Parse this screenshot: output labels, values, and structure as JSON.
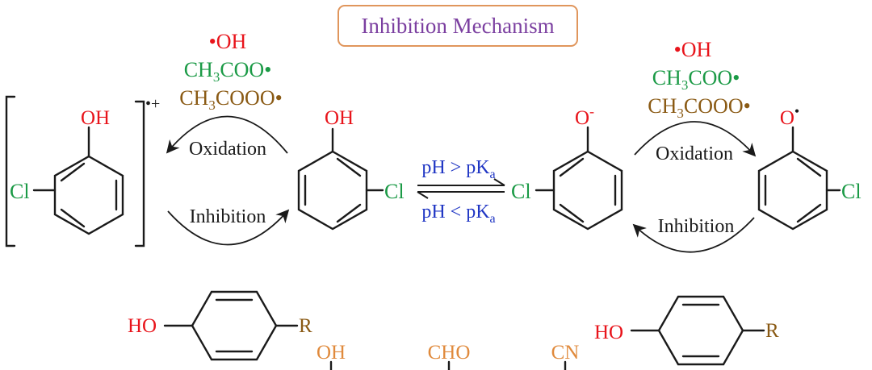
{
  "title": "Inhibition Mechanism",
  "species_left": {
    "radical": "•OH",
    "acetate_main": "CH",
    "acetate_sub": "3",
    "acetate_rest": "COO•",
    "peracetate_main": "CH",
    "peracetate_sub": "3",
    "peracetate_rest": "COOO•"
  },
  "species_right": {
    "radical": "•OH",
    "acetate_main": "CH",
    "acetate_sub": "3",
    "acetate_rest": "COO•",
    "peracetate_main": "CH",
    "peracetate_sub": "3",
    "peracetate_rest": "COOO•"
  },
  "radical_cation_charge": "•+",
  "labels": {
    "oh": "OH",
    "cl": "Cl",
    "o_anion": "O",
    "o_anion_charge": "-",
    "o_radical": "O",
    "o_radical_dot": "•",
    "oxidation_left": "Oxidation",
    "inhibition_left": "Inhibition",
    "oxidation_right": "Oxidation",
    "inhibition_right": "Inhibition"
  },
  "equilibrium": {
    "top_main": "pH > pK",
    "top_sub": "a",
    "bottom_main": "pH < pK",
    "bottom_sub": "a"
  },
  "bottom_row": {
    "ho_left": "HO",
    "r_left": "R",
    "sub_oh": "OH",
    "sub_cho": "CHO",
    "sub_cn": "CN",
    "ho_right": "HO",
    "r_right": "R"
  },
  "colors": {
    "title_text": "#7b3fa0",
    "title_border": "#e0965c",
    "red": "#e8141b",
    "green": "#1b9a46",
    "brown": "#8a5a14",
    "orange": "#e08a3c",
    "blue": "#2036c4"
  }
}
